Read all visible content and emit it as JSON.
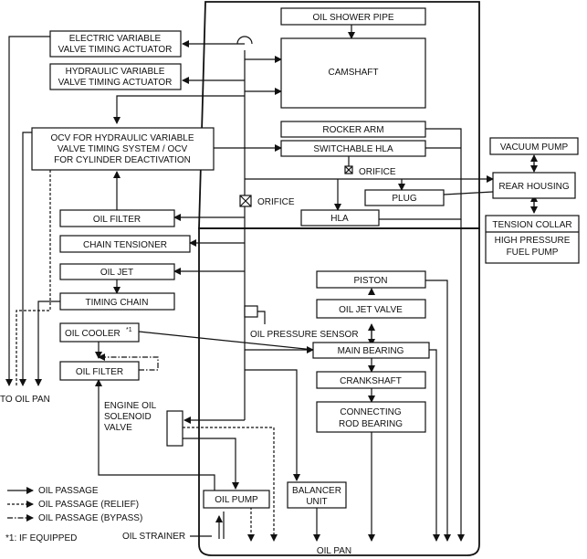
{
  "components": {
    "oil_shower_pipe": "OIL SHOWER PIPE",
    "electric_vvt_1": "ELECTRIC VARIABLE",
    "electric_vvt_2": "VALVE TIMING ACTUATOR",
    "hydraulic_vvt_1": "HYDRAULIC VARIABLE",
    "hydraulic_vvt_2": "VALVE TIMING ACTUATOR",
    "camshaft": "CAMSHAFT",
    "rocker_arm": "ROCKER ARM",
    "ocv_1": "OCV FOR HYDRAULIC VARIABLE",
    "ocv_2": "VALVE TIMING SYSTEM / OCV",
    "ocv_3": "FOR CYLINDER DEACTIVATION",
    "switchable_hla": "SWITCHABLE HLA",
    "orifice_upper": "ORIFICE",
    "orifice_lower": "ORIFICE",
    "plug": "PLUG",
    "hla": "HLA",
    "oil_filter_upper": "OIL FILTER",
    "chain_tensioner": "CHAIN TENSIONER",
    "oil_jet": "OIL JET",
    "timing_chain": "TIMING CHAIN",
    "oil_cooler": "OIL COOLER",
    "oil_cooler_note": "*1",
    "oil_filter_lower": "OIL FILTER",
    "engine_oil_sv_1": "ENGINE OIL",
    "engine_oil_sv_2": "SOLENOID",
    "engine_oil_sv_3": "VALVE",
    "oil_pressure_sensor": "OIL PRESSURE SENSOR",
    "piston": "PISTON",
    "oil_jet_valve": "OIL JET VALVE",
    "main_bearing": "MAIN BEARING",
    "crankshaft": "CRANKSHAFT",
    "connecting_rod_1": "CONNECTING",
    "connecting_rod_2": "ROD BEARING",
    "balancer_1": "BALANCER",
    "balancer_2": "UNIT",
    "oil_pump": "OIL PUMP",
    "oil_strainer": "OIL STRAINER",
    "oil_pan": "OIL PAN",
    "to_oil_pan": "TO OIL PAN",
    "vacuum_pump": "VACUUM PUMP",
    "rear_housing": "REAR HOUSING",
    "tension_collar": "TENSION COLLAR",
    "hp_fuel_pump_1": "HIGH PRESSURE",
    "hp_fuel_pump_2": "FUEL PUMP"
  },
  "legend": {
    "oil_passage": "OIL PASSAGE",
    "oil_passage_relief": "OIL PASSAGE (RELIEF)",
    "oil_passage_bypass": "OIL PASSAGE (BYPASS)",
    "footnote": "*1: IF EQUIPPED"
  }
}
